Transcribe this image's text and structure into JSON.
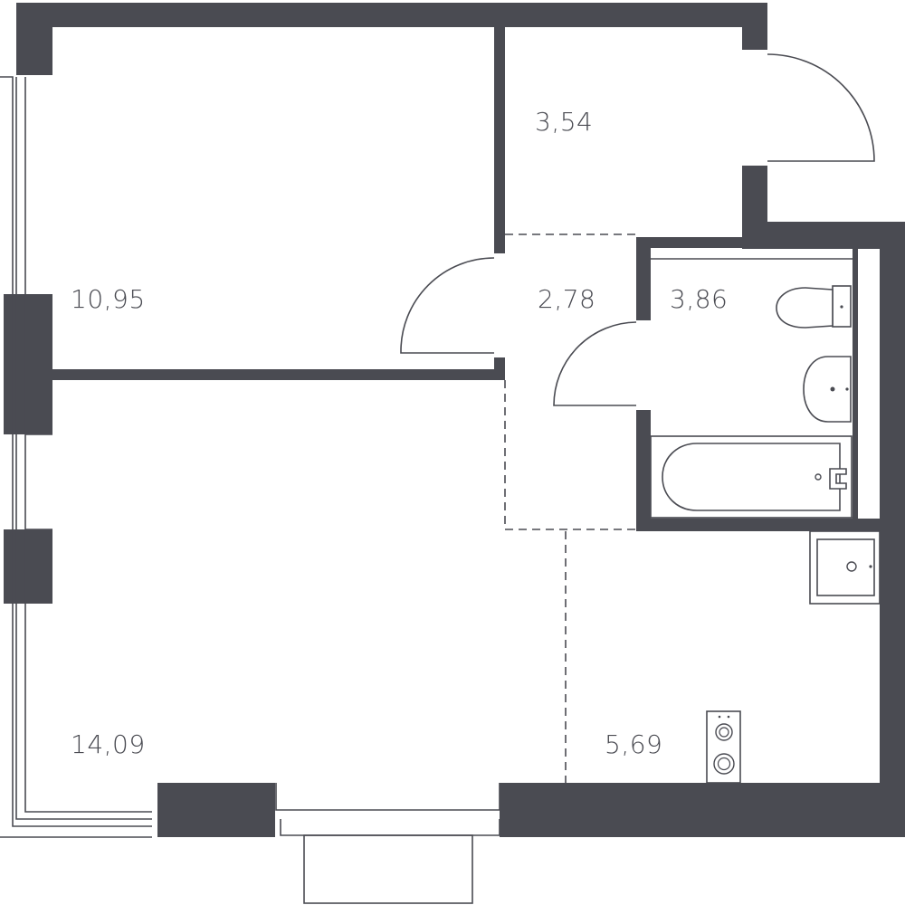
{
  "colors": {
    "wall": "#4a4b52",
    "background": "#ffffff"
  },
  "rooms": [
    {
      "id": "bedroom",
      "area": "10,95"
    },
    {
      "id": "hall",
      "area": "3,54"
    },
    {
      "id": "corridor",
      "area": "2,78"
    },
    {
      "id": "bathroom",
      "area": "3,86"
    },
    {
      "id": "living",
      "area": "14,09"
    },
    {
      "id": "kitchen",
      "area": "5,69"
    }
  ]
}
